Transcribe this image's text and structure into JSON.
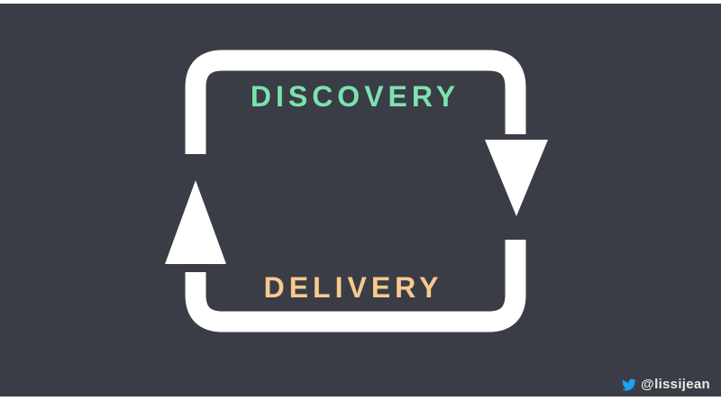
{
  "diagram": {
    "top_label": "DISCOVERY",
    "bottom_label": "DELIVERY"
  },
  "colors": {
    "background": "#3a3d45",
    "loop": "#ffffff",
    "discovery_text": "#7ce2b1",
    "delivery_text": "#f8c98f",
    "twitter_blue": "#1da1f2",
    "handle_text": "#e9e9ea"
  },
  "footer": {
    "handle": "@lissijean",
    "icon": "twitter-bird-icon"
  }
}
